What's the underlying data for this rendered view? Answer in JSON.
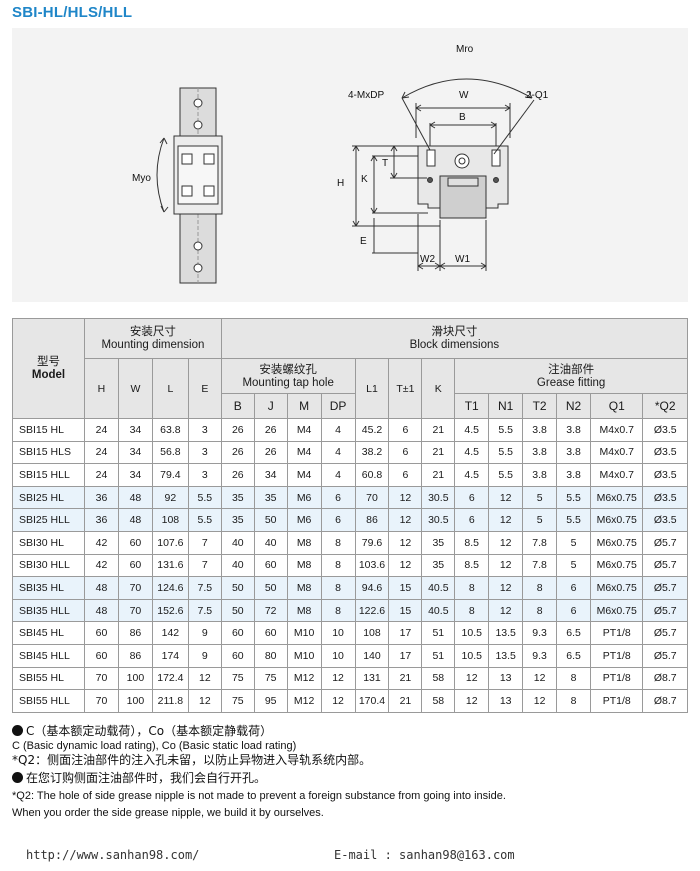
{
  "title": "SBI-HL/HLS/HLL",
  "drawing": {
    "labels": {
      "mro": "Mro",
      "myo": "Myo",
      "mxdp": "4-MxDP",
      "w": "W",
      "q1": "2-Q1",
      "b": "B",
      "t": "T",
      "h": "H",
      "k": "K",
      "e": "E",
      "w2": "W2",
      "w1": "W1"
    }
  },
  "table": {
    "model_zh": "型号",
    "model_en": "Model",
    "mounting_zh": "安装尺寸",
    "mounting_en": "Mounting dimension",
    "block_zh": "滑块尺寸",
    "block_en": "Block dimensions",
    "tap_zh": "安装螺纹孔",
    "tap_en": "Mounting tap hole",
    "grease_zh": "注油部件",
    "grease_en": "Grease fitting",
    "cols": {
      "H": "H",
      "W": "W",
      "L": "L",
      "E": "E",
      "B": "B",
      "J": "J",
      "M": "M",
      "DP": "DP",
      "L1": "L1",
      "T": "T±1",
      "K": "K",
      "T1": "T1",
      "N1": "N1",
      "T2": "T2",
      "N2": "N2",
      "Q1": "Q1",
      "Q2": "*Q2"
    },
    "rows": [
      {
        "model": "SBI15 HL",
        "H": "24",
        "W": "34",
        "L": "63.8",
        "E": "3",
        "B": "26",
        "J": "26",
        "M": "M4",
        "DP": "4",
        "L1": "45.2",
        "T": "6",
        "K": "21",
        "T1": "4.5",
        "N1": "5.5",
        "T2": "3.8",
        "N2": "3.8",
        "Q1": "M4x0.7",
        "Q2": "Ø3.5"
      },
      {
        "model": "SBI15 HLS",
        "H": "24",
        "W": "34",
        "L": "56.8",
        "E": "3",
        "B": "26",
        "J": "26",
        "M": "M4",
        "DP": "4",
        "L1": "38.2",
        "T": "6",
        "K": "21",
        "T1": "4.5",
        "N1": "5.5",
        "T2": "3.8",
        "N2": "3.8",
        "Q1": "M4x0.7",
        "Q2": "Ø3.5"
      },
      {
        "model": "SBI15 HLL",
        "H": "24",
        "W": "34",
        "L": "79.4",
        "E": "3",
        "B": "26",
        "J": "34",
        "M": "M4",
        "DP": "4",
        "L1": "60.8",
        "T": "6",
        "K": "21",
        "T1": "4.5",
        "N1": "5.5",
        "T2": "3.8",
        "N2": "3.8",
        "Q1": "M4x0.7",
        "Q2": "Ø3.5"
      },
      {
        "model": "SBI25 HL",
        "H": "36",
        "W": "48",
        "L": "92",
        "E": "5.5",
        "B": "35",
        "J": "35",
        "M": "M6",
        "DP": "6",
        "L1": "70",
        "T": "12",
        "K": "30.5",
        "T1": "6",
        "N1": "12",
        "T2": "5",
        "N2": "5.5",
        "Q1": "M6x0.75",
        "Q2": "Ø3.5"
      },
      {
        "model": "SBI25 HLL",
        "H": "36",
        "W": "48",
        "L": "108",
        "E": "5.5",
        "B": "35",
        "J": "50",
        "M": "M6",
        "DP": "6",
        "L1": "86",
        "T": "12",
        "K": "30.5",
        "T1": "6",
        "N1": "12",
        "T2": "5",
        "N2": "5.5",
        "Q1": "M6x0.75",
        "Q2": "Ø3.5"
      },
      {
        "model": "SBI30 HL",
        "H": "42",
        "W": "60",
        "L": "107.6",
        "E": "7",
        "B": "40",
        "J": "40",
        "M": "M8",
        "DP": "8",
        "L1": "79.6",
        "T": "12",
        "K": "35",
        "T1": "8.5",
        "N1": "12",
        "T2": "7.8",
        "N2": "5",
        "Q1": "M6x0.75",
        "Q2": "Ø5.7"
      },
      {
        "model": "SBI30 HLL",
        "H": "42",
        "W": "60",
        "L": "131.6",
        "E": "7",
        "B": "40",
        "J": "60",
        "M": "M8",
        "DP": "8",
        "L1": "103.6",
        "T": "12",
        "K": "35",
        "T1": "8.5",
        "N1": "12",
        "T2": "7.8",
        "N2": "5",
        "Q1": "M6x0.75",
        "Q2": "Ø5.7"
      },
      {
        "model": "SBI35 HL",
        "H": "48",
        "W": "70",
        "L": "124.6",
        "E": "7.5",
        "B": "50",
        "J": "50",
        "M": "M8",
        "DP": "8",
        "L1": "94.6",
        "T": "15",
        "K": "40.5",
        "T1": "8",
        "N1": "12",
        "T2": "8",
        "N2": "6",
        "Q1": "M6x0.75",
        "Q2": "Ø5.7"
      },
      {
        "model": "SBI35 HLL",
        "H": "48",
        "W": "70",
        "L": "152.6",
        "E": "7.5",
        "B": "50",
        "J": "72",
        "M": "M8",
        "DP": "8",
        "L1": "122.6",
        "T": "15",
        "K": "40.5",
        "T1": "8",
        "N1": "12",
        "T2": "8",
        "N2": "6",
        "Q1": "M6x0.75",
        "Q2": "Ø5.7"
      },
      {
        "model": "SBI45 HL",
        "H": "60",
        "W": "86",
        "L": "142",
        "E": "9",
        "B": "60",
        "J": "60",
        "M": "M10",
        "DP": "10",
        "L1": "108",
        "T": "17",
        "K": "51",
        "T1": "10.5",
        "N1": "13.5",
        "T2": "9.3",
        "N2": "6.5",
        "Q1": "PT1/8",
        "Q2": "Ø5.7"
      },
      {
        "model": "SBI45 HLL",
        "H": "60",
        "W": "86",
        "L": "174",
        "E": "9",
        "B": "60",
        "J": "80",
        "M": "M10",
        "DP": "10",
        "L1": "140",
        "T": "17",
        "K": "51",
        "T1": "10.5",
        "N1": "13.5",
        "T2": "9.3",
        "N2": "6.5",
        "Q1": "PT1/8",
        "Q2": "Ø5.7"
      },
      {
        "model": "SBI55 HL",
        "H": "70",
        "W": "100",
        "L": "172.4",
        "E": "12",
        "B": "75",
        "J": "75",
        "M": "M12",
        "DP": "12",
        "L1": "131",
        "T": "21",
        "K": "58",
        "T1": "12",
        "N1": "13",
        "T2": "12",
        "N2": "8",
        "Q1": "PT1/8",
        "Q2": "Ø8.7"
      },
      {
        "model": "SBI55 HLL",
        "H": "70",
        "W": "100",
        "L": "211.8",
        "E": "12",
        "B": "75",
        "J": "95",
        "M": "M12",
        "DP": "12",
        "L1": "170.4",
        "T": "21",
        "K": "58",
        "T1": "12",
        "N1": "13",
        "T2": "12",
        "N2": "8",
        "Q1": "PT1/8",
        "Q2": "Ø8.7"
      }
    ]
  },
  "notes": {
    "n1_zh": "C（基本额定动载荷），Co（基本额定静载荷）",
    "n1_en": "C (Basic dynamic load rating), Co (Basic static load rating)",
    "n2_zh": "*Q2：侧面注油部件的注入孔未留，以防止异物进入导轨系统内部。",
    "n3_zh": "在您订购侧面注油部件时，我们会自行开孔。",
    "n3_en1": "*Q2: The hole of side grease nipple is not made to prevent a foreign substance from going into inside.",
    "n3_en2": "When you order the side grease nipple, we build it by ourselves."
  },
  "footer": {
    "url": "http://www.sanhan98.com/",
    "email": "E-mail : sanhan98@163.com"
  },
  "colors": {
    "title": "#1f86c8",
    "row_highlight": "#e9f3fb",
    "header_bg": "#e6e6e6",
    "panel_bg": "#f3f3f3"
  }
}
